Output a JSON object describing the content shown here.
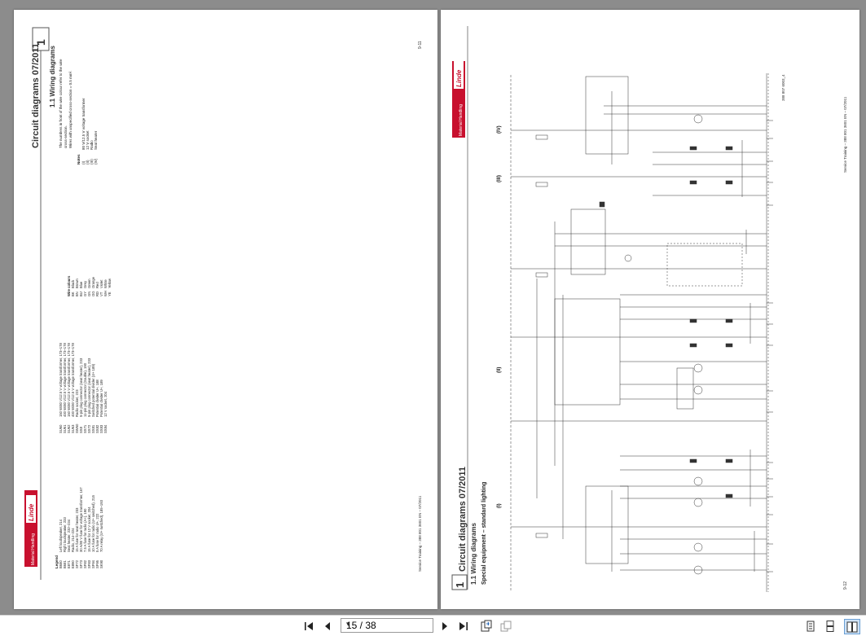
{
  "app": {
    "accent": "#c8102e",
    "background": "#8c8c8c"
  },
  "left_page": {
    "chapter_title": "Circuit diagrams 07/2011",
    "chapter_number": "1",
    "section_title": "1.1 Wiring diagrams",
    "page_number": "9-11",
    "footer_text": "Service Training – 388 801 3601 EN – 07/2011",
    "brand_logo": "Linde",
    "brand_badge": "Material Handling",
    "notes_intro": [
      "The numbers in front of the wire colour refer to the wire",
      "cross-section.",
      "Wires with unspecified cross-section = 0.5 mm²."
    ],
    "notes_heading": "Notes",
    "notes": [
      [
        "(I)",
        "80 V/12.5 V voltage transformer"
      ],
      [
        "(II)",
        "12 V socket"
      ],
      [
        "(III)",
        "Radio"
      ],
      [
        "(IV)",
        "Seat heater"
      ]
    ],
    "legend_heading": "Legend",
    "legend_left": [
      [
        "B680",
        "Left loudspeaker, 214"
      ],
      [
        "B681",
        "Right loudspeaker, 233"
      ],
      [
        "E871",
        "Seat heater, 232–234"
      ],
      [
        "E890",
        "Radio, 214–224"
      ],
      [
        "SF72",
        "15 A fuse for seat heater, 233"
      ],
      [
        "SF73",
        "30 A/80 V fuse for voltage transformer, 167"
      ],
      [
        "SF82",
        "7.5 A fuse for radio (A+), 190"
      ],
      [
        "SF83",
        "15 A fuse for 12 V socket, 204"
      ],
      [
        "SF94",
        "10 A fuse for radio (U+ switched), 215"
      ],
      [
        "SF95",
        "5 A fuse for radio U+, 222"
      ],
      [
        "SK90",
        "70 A relay (U+ switched), 185–193"
      ]
    ],
    "legend_right": [
      [
        "SU60",
        "150 W/80 V/12.5 V voltage transformer, 173–178"
      ],
      [
        "SU61",
        "400 W/80 V/12.5 V voltage transformer, 173–178"
      ],
      [
        "SU62",
        "150 W/80 V/12.5 V voltage transformer, 173–178"
      ],
      [
        "SU63",
        "400 W/80 V/12.5 V voltage transformer, 173–178"
      ],
      [
        "SW60",
        "Radio socket, 223"
      ],
      [
        "SX8",
        "5-pin plug connector (seat heater), 233"
      ],
      [
        "SX71",
        "11-pin plug connector (trouble), 190"
      ],
      [
        "SX72",
        "5-pin plug connector (seat heater), 233"
      ],
      [
        "SX81",
        "Switched potential divider (U+ 189)"
      ],
      [
        "SX82",
        "Potential divider U+, 188"
      ],
      [
        "SX83",
        "Potential divider U+, 189"
      ],
      [
        "SX84",
        "12 V socket, 204"
      ]
    ],
    "wire_colours_heading": "Wire colours",
    "wire_colours": [
      [
        "BK",
        "Black"
      ],
      [
        "BN",
        "Brown"
      ],
      [
        "BU",
        "Blue"
      ],
      [
        "GY",
        "Grey"
      ],
      [
        "GN",
        "Green"
      ],
      [
        "OG",
        "Orange"
      ],
      [
        "RD",
        "Red"
      ],
      [
        "VT",
        "Violet"
      ],
      [
        "WH",
        "White"
      ],
      [
        "YE",
        "Yellow"
      ]
    ]
  },
  "right_page": {
    "chapter_title": "Circuit diagrams 07/2011",
    "chapter_number": "1",
    "section_title": "1.1 Wiring diagrams",
    "subsection_title": "Special equipment – standard lighting",
    "page_number": "9-12",
    "footer_text": "Service Training – 388 801 3601 EN – 07/2011",
    "drawing_number": "388 807 6003_4",
    "brand_logo": "Linde",
    "brand_badge": "Material Handling",
    "zones": [
      "(I)",
      "(II)",
      "(III)",
      "(IV)"
    ]
  },
  "toolbar": {
    "current_page": "15 / 38",
    "first_icon": "first-page-icon",
    "prev_icon": "previous-page-icon",
    "next_icon": "next-page-icon",
    "last_icon": "last-page-icon"
  }
}
